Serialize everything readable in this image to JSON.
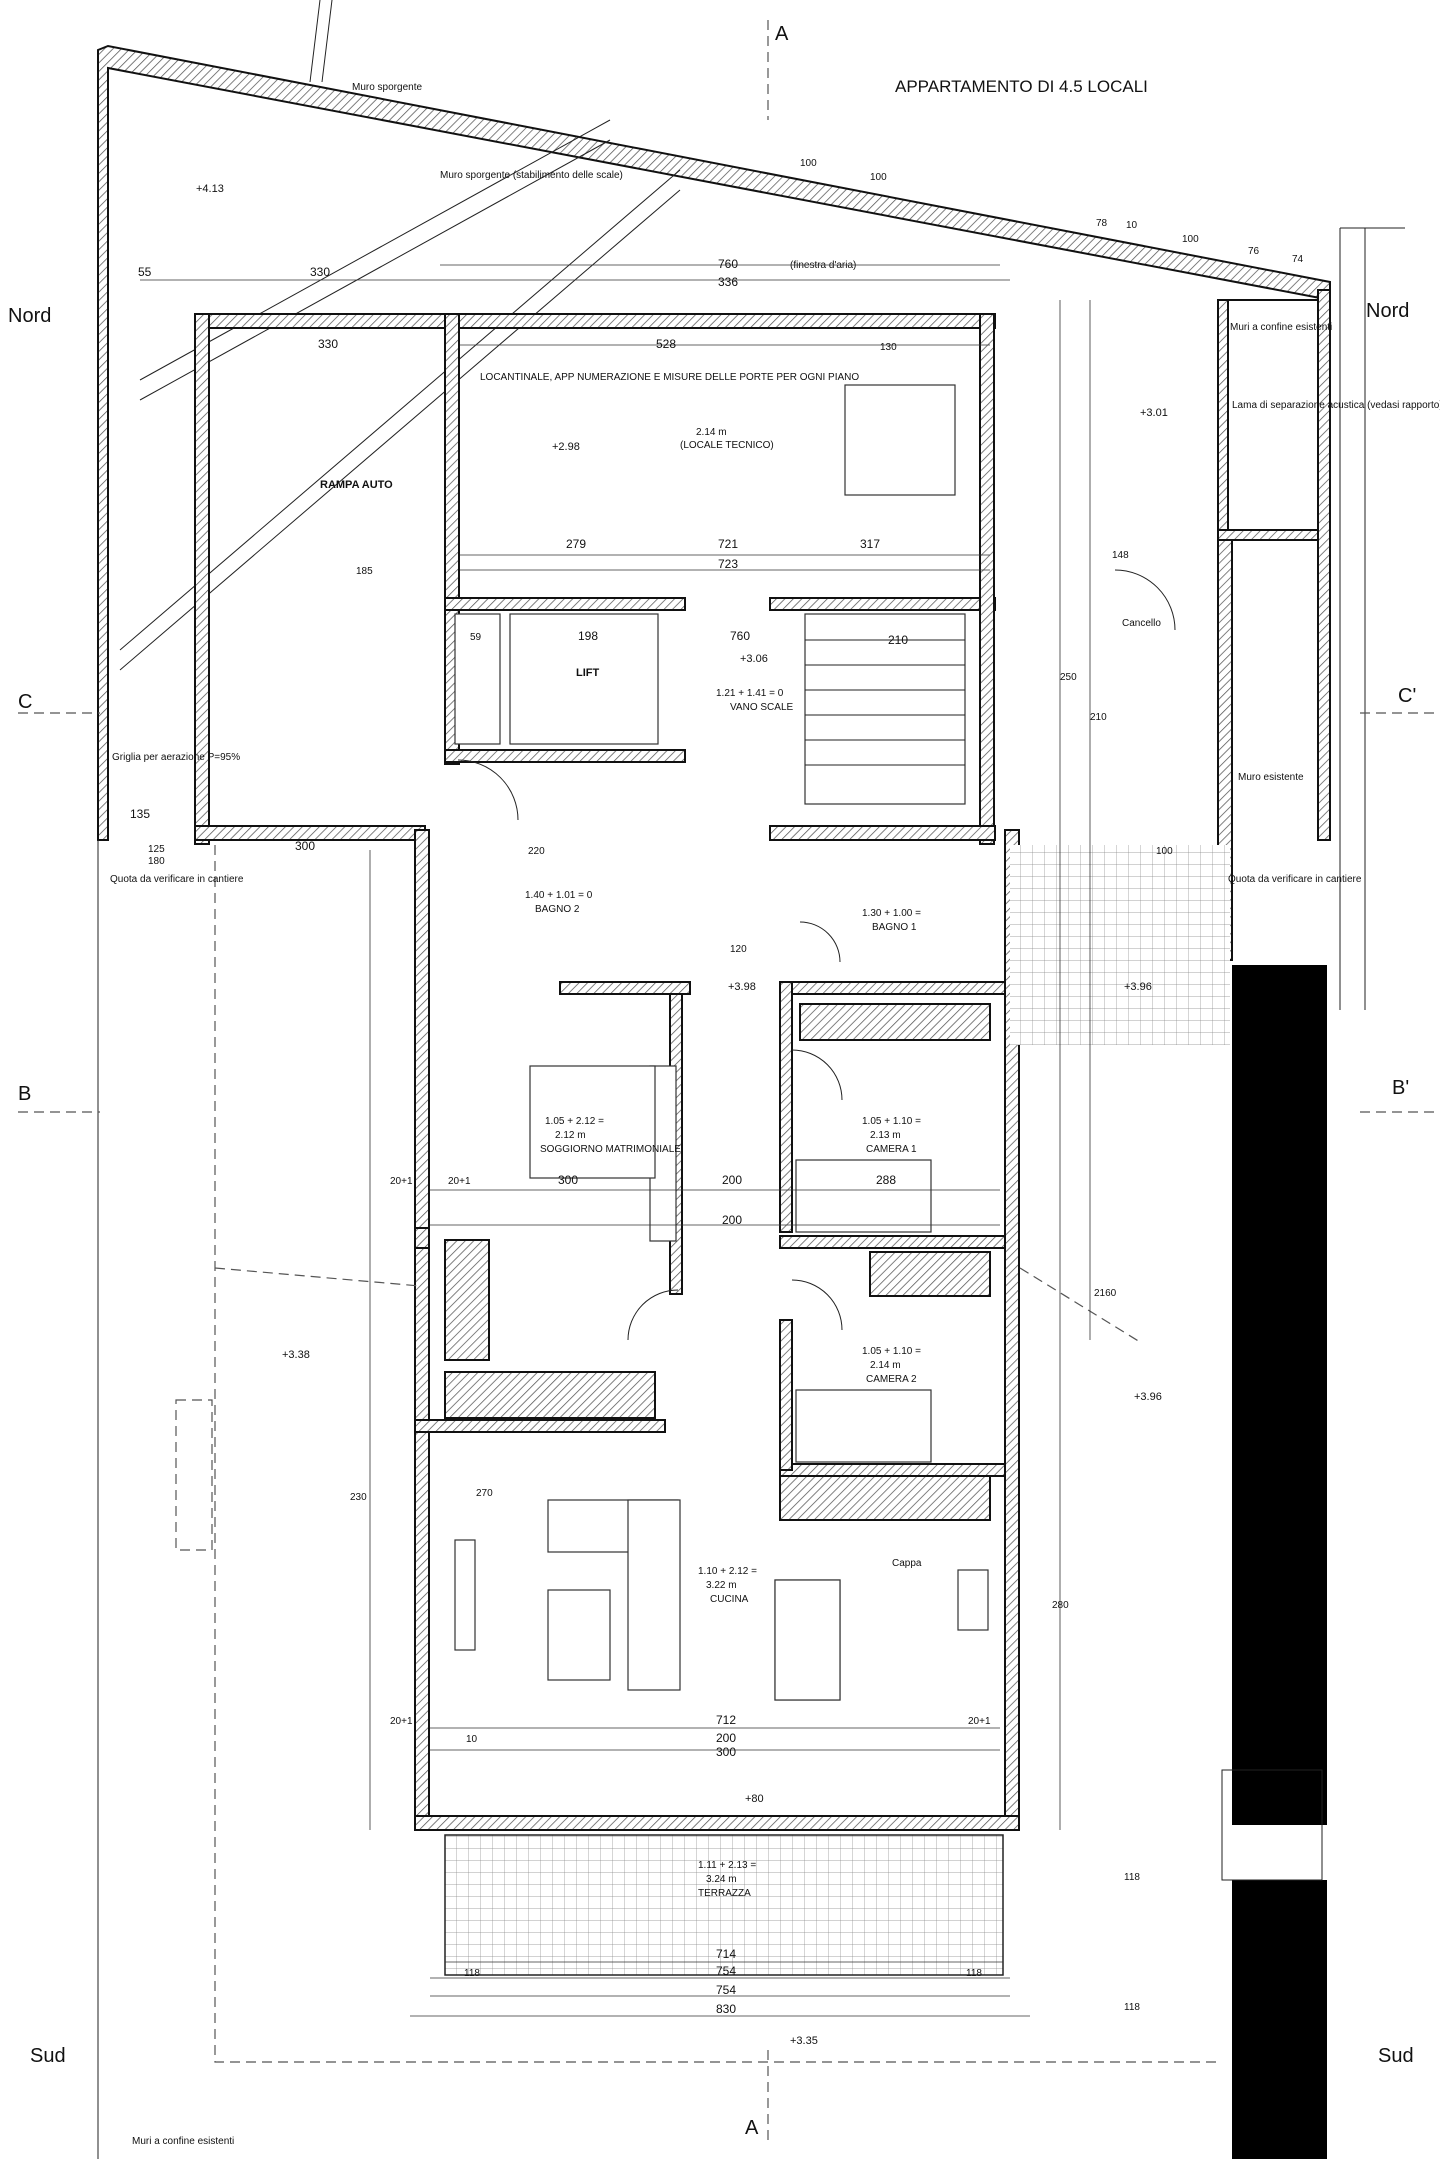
{
  "header": {
    "title": "APPARTAMENTO DI 4.5 LOCALI"
  },
  "orientation": {
    "north_left": "Nord",
    "north_right": "Nord",
    "south_left": "Sud",
    "south_right": "Sud"
  },
  "sections": {
    "a_top": "A",
    "a_bottom": "A",
    "b_left": "B",
    "b_right": "B'",
    "c_left": "C",
    "c_right": "C'"
  },
  "notes": {
    "muro_sporgente_1": "Muro sporgente",
    "muro_sporgente_2": "Muro sporgente (stabilimento delle scale)",
    "muri_confine_top": "Muri a confine esistenti",
    "lama": "Lama di separazione acustica (vedasi rapporto)",
    "cancello": "Cancello",
    "muro_esistente": "Muro esistente",
    "griglia": "Griglia per aerazione P=95%",
    "quota_left": "Quota da verificare in cantiere",
    "quota_right": "Quota da verificare in cantiere",
    "muri_confine_bottom": "Muri a confine esistenti",
    "locantinale": "LOCANTINALE, APP NUMERAZIONE E MISURE DELLE PORTE PER OGNI PIANO",
    "finestra": "(finestra d'aria)",
    "cappa": "Cappa"
  },
  "rooms": {
    "rampa": "RAMPA AUTO",
    "tecnico_h": "2.14 m",
    "tecnico": "(LOCALE TECNICO)",
    "lift": "LIFT",
    "scale_h": "1.21 + 1.41 = 0",
    "scale": "VANO SCALE",
    "bagno2_h": "1.40 + 1.01 = 0",
    "bagno2": "BAGNO 2",
    "bagno1_h": "1.30 + 1.00 =",
    "bagno1": "BAGNO 1",
    "matr_h1": "1.05 + 2.12 =",
    "matr_h2": "2.12 m",
    "matr": "SOGGIORNO MATRIMONIALE",
    "cam1_h1": "1.05 + 1.10 =",
    "cam1_h2": "2.13 m",
    "cam1": "CAMERA 1",
    "cam2_h1": "1.05 + 1.10 =",
    "cam2_h2": "2.14 m",
    "cam2": "CAMERA 2",
    "cucina_h1": "1.10 + 2.12 =",
    "cucina_h2": "3.22 m",
    "cucina": "CUCINA",
    "terr_h1": "1.11 + 2.13 =",
    "terr_h2": "3.24 m",
    "terr": "TERRAZZA"
  },
  "elevations": {
    "e1": "+4.13",
    "e2": "+2.98",
    "e3": "+3.01",
    "e4": "+3.06",
    "e5": "+3.96",
    "e6": "+3.98",
    "e7": "+3.38",
    "e8": "+3.96",
    "e9": "+3.35",
    "e10": "+80"
  },
  "dims": {
    "top_100a": "100",
    "top_100b": "100",
    "top_78": "78",
    "top_10": "10",
    "top_100c": "100",
    "top_76": "76",
    "top_74": "74",
    "d55": "55",
    "d330a": "330",
    "d760": "760",
    "d336": "336",
    "d330b": "330",
    "d528": "528",
    "d130": "130",
    "d279": "279",
    "d721": "721",
    "d317": "317",
    "d723": "723",
    "d148": "148",
    "d198": "198",
    "d59": "59",
    "d760b": "760",
    "d210a": "210",
    "d135": "135",
    "d300a": "300",
    "d125": "125",
    "d180": "180",
    "d220": "220",
    "d120": "120",
    "d300": "300",
    "d288": "288",
    "d200a": "200",
    "d200b": "200",
    "d712": "712",
    "d200c": "200",
    "d300b": "300",
    "d714": "714",
    "d754a": "754",
    "d754b": "754",
    "d830": "830",
    "d118a": "118",
    "d118b": "118",
    "d250": "250",
    "d210b": "210",
    "d280": "280",
    "d270": "270",
    "d185": "185",
    "d20a": "20+1",
    "d20b": "20+1",
    "d20c": "20+1",
    "d20d": "20+1",
    "d10": "10",
    "d100": "100",
    "d2160": "2160",
    "d118c": "118",
    "d118d": "118",
    "d230": "230"
  }
}
